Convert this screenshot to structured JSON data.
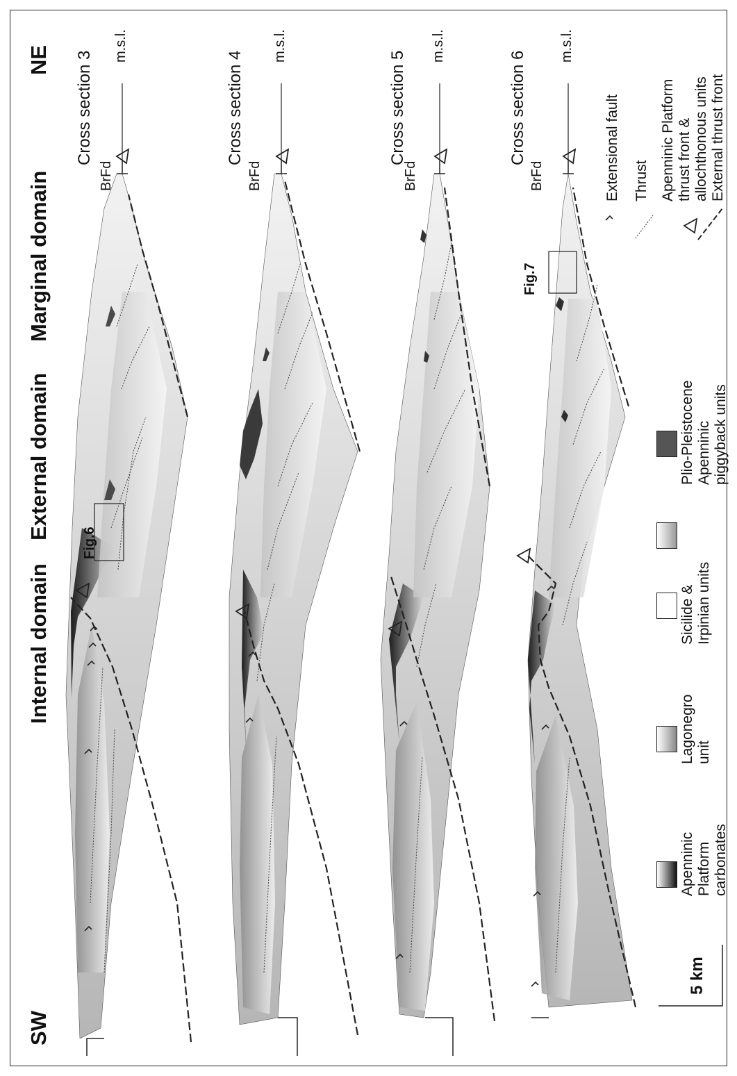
{
  "orientation": {
    "sw": "SW",
    "ne": "NE"
  },
  "domains": {
    "internal": "Internal domain",
    "external": "External domain",
    "marginal": "Marginal domain"
  },
  "sections": [
    {
      "title": "Cross section 3",
      "brfd": "BrFd",
      "msl": "m.s.l."
    },
    {
      "title": "Cross section 4",
      "brfd": "BrFd",
      "msl": "m.s.l."
    },
    {
      "title": "Cross section 5",
      "brfd": "BrFd",
      "msl": "m.s.l."
    },
    {
      "title": "Cross section 6",
      "brfd": "BrFd",
      "msl": "m.s.l."
    }
  ],
  "figure_refs": {
    "fig6": "Fig.6",
    "fig7": "Fig.7"
  },
  "scale_bar": {
    "label": "5 km"
  },
  "legend": {
    "platform": [
      "Apenninic",
      "Platform",
      "carbonates"
    ],
    "lagonegro": [
      "Lagonegro",
      "unit"
    ],
    "sicilide": [
      "Sicilide &",
      "Irpinian units"
    ],
    "pliocene": [
      "Plio-Pleistocene",
      "Apenninic",
      "piggyback units"
    ],
    "extensional_fault": "Extensional fault",
    "thrust": "Thrust",
    "thrust_front": [
      "Apenninic Platform",
      "thrust front &",
      "allochthonous units"
    ],
    "external_thrust_front": "External thrust front"
  },
  "colors": {
    "platform_dark": "#2e2e2e",
    "lagonegro_grey": "#9a9a9a",
    "sicilide_light": "#e0e0e0",
    "pliocene_dark": "#555555"
  }
}
